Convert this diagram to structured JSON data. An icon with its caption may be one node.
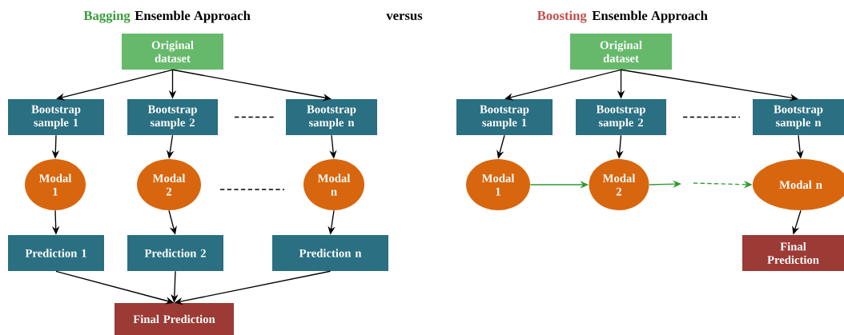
{
  "diagram": {
    "nodes": [
      {
        "text": [
          "Original dataset"
        ]
      },
      {
        "text": [
          "Bootstrap sample 1"
        ]
      },
      {
        "text": [
          "Bootstrap sample 2"
        ]
      },
      {
        "text": [
          "Bootstrap sample n"
        ]
      },
      {
        "text": [
          "Modal 1"
        ]
      },
      {
        "text": [
          "Modal 2"
        ]
      },
      {
        "text": [
          "Modal n"
        ]
      },
      {
        "text": [
          "Prediction 1"
        ]
      },
      {
        "text": [
          "Prediction 2"
        ]
      },
      {
        "text": [
          "Prediction n"
        ]
      },
      {
        "text": [
          "Final Prediction"
        ]
      },
      {
        "text": [
          "Original dataset"
        ]
      },
      {
        "text": [
          "Bootstrap sample 1"
        ]
      },
      {
        "text": [
          "Bootstrap sample 2"
        ]
      },
      {
        "text": [
          "Bootstrap sample n"
        ]
      },
      {
        "text": [
          "Modal 1"
        ]
      },
      {
        "text": [
          "Modal 2"
        ]
      },
      {
        "text": [
          "Modal n"
        ]
      },
      {
        "text": [
          "Final Prediction"
        ]
      }
    ],
    "edges": [
      {
        "from": 0,
        "to": 1,
        "arrow": "to"
      },
      {
        "from": 0,
        "to": 2,
        "arrow": "to"
      },
      {
        "from": 0,
        "to": 3,
        "arrow": "to"
      },
      {
        "from": 1,
        "to": 4,
        "arrow": "to"
      },
      {
        "from": 2,
        "to": 5,
        "arrow": "to"
      },
      {
        "from": 3,
        "to": 6,
        "arrow": "to"
      },
      {
        "from": 4,
        "to": 7,
        "arrow": "to"
      },
      {
        "from": 5,
        "to": 8,
        "arrow": "to"
      },
      {
        "from": 6,
        "to": 9,
        "arrow": "to"
      },
      {
        "from": 7,
        "to": 10,
        "arrow": "to"
      },
      {
        "from": 8,
        "to": 10,
        "arrow": "to"
      },
      {
        "from": 9,
        "to": 10,
        "arrow": "to"
      },
      {
        "from": 11,
        "to": 12,
        "arrow": "to"
      },
      {
        "from": 11,
        "to": 13,
        "arrow": "to"
      },
      {
        "from": 11,
        "to": 14,
        "arrow": "to"
      },
      {
        "from": 12,
        "to": 15,
        "arrow": "to"
      },
      {
        "from": 13,
        "to": 16,
        "arrow": "to"
      },
      {
        "from": 14,
        "to": 17,
        "arrow": "to"
      },
      {
        "from": 15,
        "to": 16,
        "arrow": "to",
        "color": "#2e9b2e"
      },
      {
        "from": 16,
        "to": null,
        "arrow": "to",
        "color": "#2e9b2e"
      },
      {
        "from": null,
        "to": 17,
        "arrow": "to",
        "style": "dashed",
        "color": "#2e9b2e"
      },
      {
        "from": 17,
        "to": 18,
        "arrow": "to"
      }
    ],
    "labels": [
      "Bagging",
      "Ensemble Approach",
      "versus",
      "Boosting",
      "Ensemble Approach"
    ]
  }
}
